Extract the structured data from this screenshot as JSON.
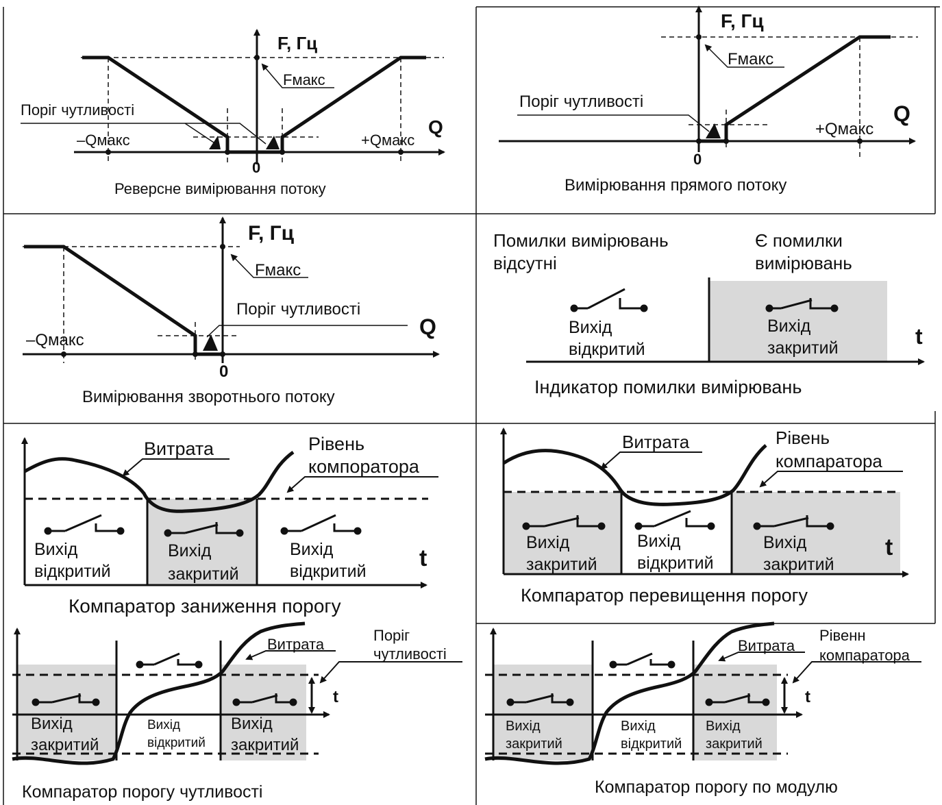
{
  "top_caption": "",
  "panels": {
    "reverse": {
      "y_label": "F, Гц",
      "x_label": "Q",
      "fmax": "Fмакс",
      "threshold": "Поріг чутливості",
      "neg_qmax": "–Qмакс",
      "pos_qmax": "+Qмакс",
      "zero": "0",
      "caption": "Реверсне вимірювання потоку"
    },
    "forward": {
      "y_label": "F, Гц",
      "x_label": "Q",
      "fmax": "Fмакс",
      "threshold": "Поріг чутливості",
      "pos_qmax": "+Qмакс",
      "zero": "0",
      "caption": "Вимірювання прямого потоку"
    },
    "backward": {
      "y_label": "F, Гц",
      "x_label": "Q",
      "fmax": "Fмакс",
      "threshold": "Поріг чутливості",
      "neg_qmax": "–Qмакс",
      "zero": "0",
      "caption": "Вимірювання зворотнього потоку"
    },
    "error": {
      "no_errors_1": "Помилки вимірювань",
      "no_errors_2": "відсутні",
      "errors_1": "Є помилки",
      "errors_2": "вимірювань",
      "out_open_1": "Вихід",
      "out_open_2": "відкритий",
      "out_closed_1": "Вихід",
      "out_closed_2": "закритий",
      "t": "t",
      "caption": "Індикатор помилки вимірювань"
    },
    "under": {
      "flow": "Витрата",
      "level_1": "Рівень",
      "level_2": "компоратора",
      "z1_a": "Вихід",
      "z1_b": "відкритий",
      "z2_a": "Вихід",
      "z2_b": "закритий",
      "z3_a": "Вихід",
      "z3_b": "відкритий",
      "t": "t",
      "caption": "Компаратор заниження порогу"
    },
    "over": {
      "flow": "Витрата",
      "level_1": "Рівень",
      "level_2": "компаратора",
      "z1_a": "Вихід",
      "z1_b": "закритий",
      "z2_a": "Вихід",
      "z2_b": "відкритий",
      "z3_a": "Вихід",
      "z3_b": "закритий",
      "t": "t",
      "caption": "Компаратор перевищення порогу"
    },
    "sens": {
      "flow": "Витрата",
      "label_1": "Поріг",
      "label_2": "чутливості",
      "z1_a": "Вихід",
      "z1_b": "закритий",
      "z2_a": "Вихід",
      "z2_b": "відкритий",
      "z3_a": "Вихід",
      "z3_b": "закритий",
      "t": "t",
      "caption": "Компаратор порогу чутливості"
    },
    "modulus": {
      "flow": "Витрата",
      "label_1": "Рівенн",
      "label_2": "компаратора",
      "z1_a": "Вихід",
      "z1_b": "закритий",
      "z2_a": "Вихід",
      "z2_b": "відкритий",
      "z3_a": "Вихід",
      "z3_b": "закритий",
      "t": "t",
      "caption": "Компаратор порогу по модулю"
    }
  }
}
